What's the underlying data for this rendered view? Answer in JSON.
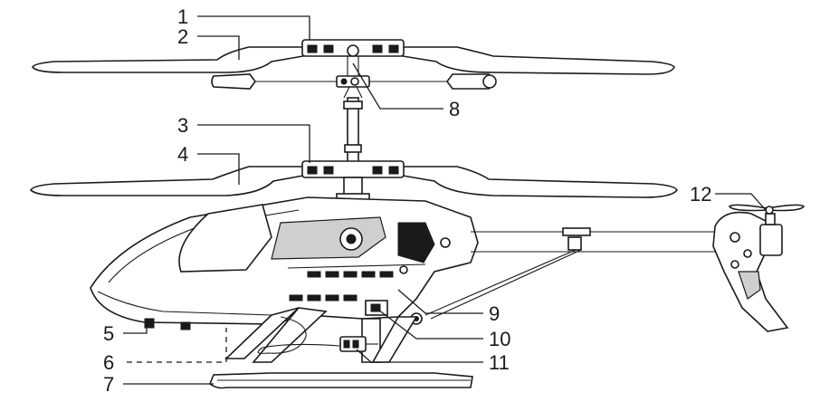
{
  "callouts": [
    {
      "label": "1"
    },
    {
      "label": "2"
    },
    {
      "label": "3"
    },
    {
      "label": "4"
    },
    {
      "label": "5"
    },
    {
      "label": "6"
    },
    {
      "label": "7"
    },
    {
      "label": "8"
    },
    {
      "label": "9"
    },
    {
      "label": "10"
    },
    {
      "label": "11"
    },
    {
      "label": "12"
    }
  ],
  "colors": {
    "line": "#1a1a1a",
    "background": "#ffffff"
  }
}
